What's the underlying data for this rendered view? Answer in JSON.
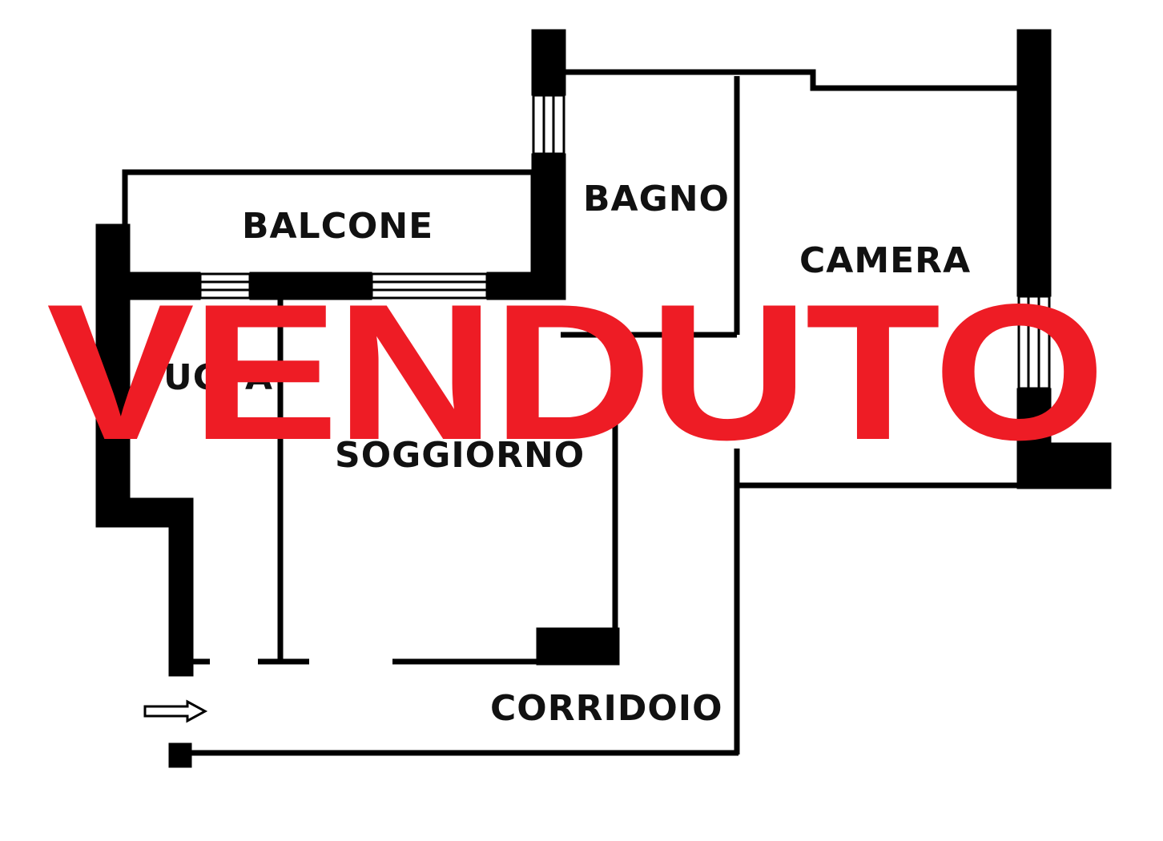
{
  "plan": {
    "rooms": {
      "balcone": "BALCONE",
      "bagno": "BAGNO",
      "camera": "CAMERA",
      "cucina_partial": "UC",
      "cucina_partial_end": "A",
      "soggiorno": "SOGGIORNO",
      "corridoio": "CORRIDOIO"
    },
    "entrance_icon": "arrow-right-icon"
  },
  "overlay": {
    "stamp_text": "VENDUTO",
    "stamp_color": "#ee1c25"
  },
  "colors": {
    "wall": "#000000",
    "background": "#ffffff",
    "label": "#111111"
  }
}
